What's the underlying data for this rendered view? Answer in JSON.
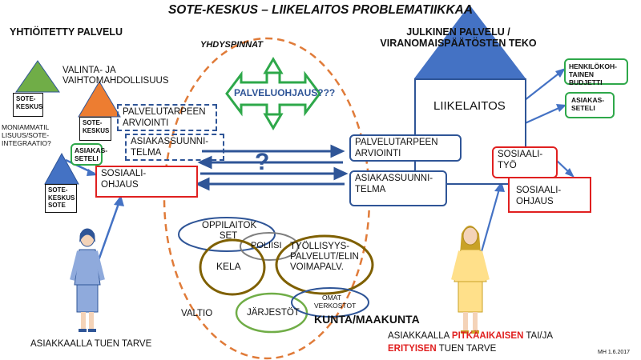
{
  "title": "SOTE-KESKUS – LIIKELAITOS PROBLEMATIIKKAA",
  "left_header": "YHTIÖITETTY PALVELU",
  "right_header": "JULKINEN PALVELU /\nVIRANOMAISPÄÄTÖSTEN TEKO",
  "interfaces_label": "YHDYSPINNAT",
  "service_guidance": "PALVELUOHJAUS???",
  "question_mark": "?",
  "choice_text": "VALINTA- JA\nVAIHTOMAHDOLLISUUS",
  "multiprofessional_text": "MONIAMMATIL\nLISUUS/SOTE-\nINTEGRAATIO?",
  "sote_keskus": "SOTE-\nKESKUS",
  "sote_keskus_cut": "SOTE-\nKESKUS\nSOTE",
  "left_boxes": {
    "assessment": "PALVELUTARPEEN\nARVIOINTI",
    "client_plan": "ASIAKASSUUNNI-\nTELMA",
    "voucher": "ASIAKAS-\nSETELI",
    "social_guidance": "SOSIAALI-\nOHJAUS"
  },
  "right_boxes": {
    "enterprise": "LIIKELAITOS",
    "assessment": "PALVELUTARPEEN\nARVIOINTI",
    "client_plan": "ASIAKASSUUNNI-\nTELMA",
    "social_work": "SOSIAALI-\nTYÖ",
    "social_guidance": "SOSIAALI-\nOHJAUS",
    "personal_budget": "HENKILÖKOH-\nTAINEN BUDJETTI",
    "voucher": "ASIAKAS-\nSETELI"
  },
  "ellipses": {
    "schools": "OPPILAITOK\nSET",
    "police": "POLIISI",
    "kela": "KELA",
    "employment": "TYÖLLISYYS-\nPALVELUT/ELIN\nVOIMAPALV.",
    "organizations": "JÄRJESTÖT",
    "own_networks": "OMAT\nVERKOSTOT"
  },
  "state": "VALTIO",
  "municipality": "KUNTA/MAAKUNTA",
  "left_caption": "ASIAKKAALLA TUEN TARVE",
  "right_caption": {
    "line1_prefix": "ASIAKKAALLA ",
    "line1_red": "PITKÄAIKAISEN",
    "line1_suffix": " TAI/JA",
    "line2_red": "ERITYISEN",
    "line2_suffix": " TUEN TARVE"
  },
  "signature": "MH 1.6.2017",
  "colors": {
    "blue": "#4472C4",
    "dark_blue": "#2F5597",
    "red": "#E02020",
    "green": "#2EA84A",
    "orange": "#E07B39",
    "olive": "#7F6000",
    "light_green": "#70AD47",
    "house_blue": "#4472C4",
    "person_left": "#8FAADC",
    "person_right": "#FFE08A"
  }
}
